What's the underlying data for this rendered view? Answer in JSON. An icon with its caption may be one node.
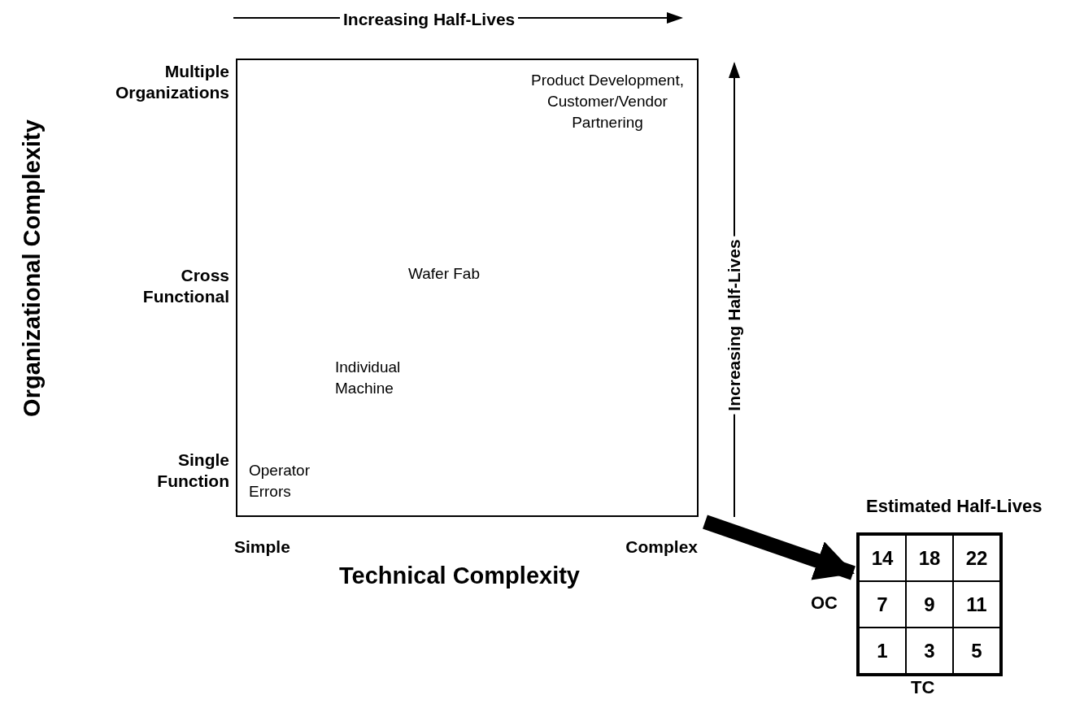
{
  "diagram": {
    "nodes": [
      {
        "text": [
          "Product Development, Customer/Vendor Partnering",
          "Wafer Fab",
          "Individual Machine",
          "Operator Errors"
        ]
      },
      {
        "text": [
          "Estimated Half-Lives"
        ]
      },
      {
        "text": [
          "14"
        ],
        "in": 1
      },
      {
        "text": [
          "18"
        ],
        "in": 1
      },
      {
        "text": [
          "22"
        ],
        "in": 1
      },
      {
        "text": [
          "7"
        ],
        "in": 1
      },
      {
        "text": [
          "9"
        ],
        "in": 1
      },
      {
        "text": [
          "11"
        ],
        "in": 1
      },
      {
        "text": [
          "1"
        ],
        "in": 1
      },
      {
        "text": [
          "3"
        ],
        "in": 1
      },
      {
        "text": [
          "5"
        ],
        "in": 1
      }
    ],
    "edges": [
      {
        "from": 0,
        "to": 1,
        "arrow": "to"
      }
    ],
    "labels": [
      "Increasing Half-Lives",
      "Multiple Organizations",
      "Cross Functional",
      "Single Function",
      "Organizational Complexity",
      "Increasing Half-Lives",
      "Simple",
      "Complex",
      "Technical Complexity",
      "OC",
      "TC"
    ]
  }
}
